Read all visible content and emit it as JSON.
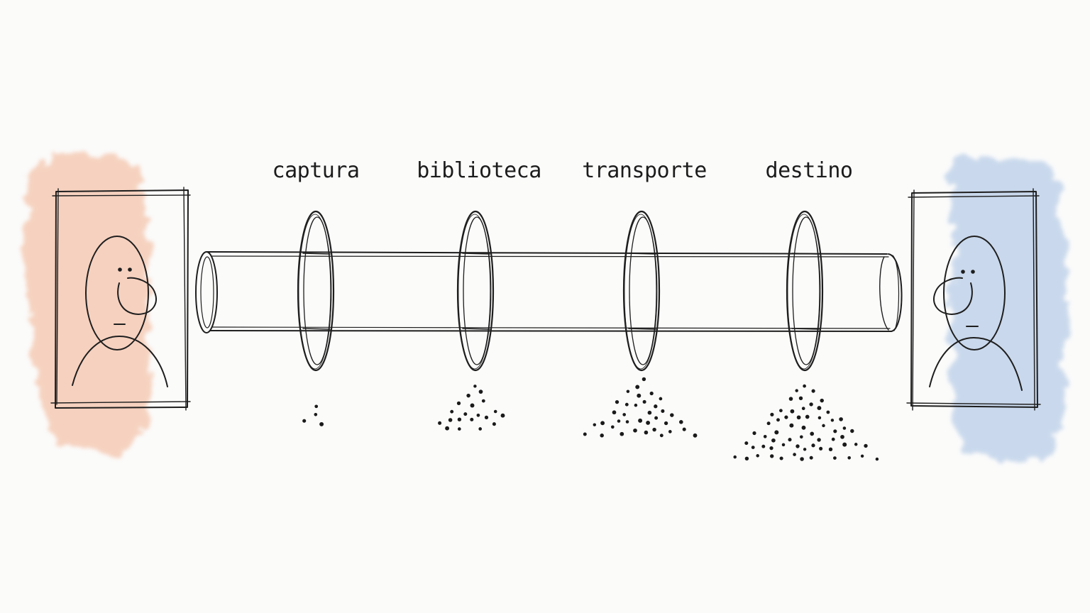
{
  "diagram": {
    "stages": [
      {
        "label": "captura",
        "dot_count": 4
      },
      {
        "label": "biblioteca",
        "dot_count": 20
      },
      {
        "label": "transporte",
        "dot_count": 36
      },
      {
        "label": "destino",
        "dot_count": 62
      }
    ],
    "left_person": {
      "wash_color": "#f2b08f"
    },
    "right_person": {
      "wash_color": "#a9c2e4"
    }
  }
}
